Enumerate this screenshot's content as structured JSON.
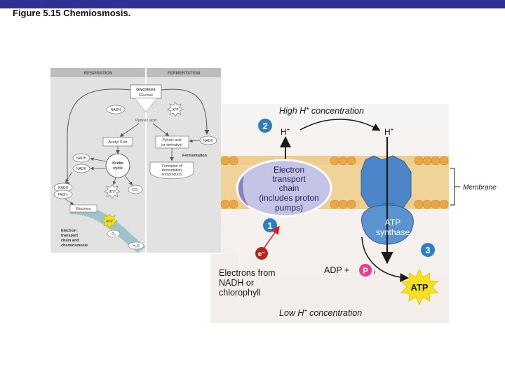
{
  "slide": {
    "title": "Figure 5.15 Chemiosmosis."
  },
  "overview": {
    "respiration_header": "RESPIRATION",
    "fermentation_header": "FERMENTATION",
    "glycolysis": "Glycolysis",
    "glucose": "Glucose",
    "nadh": "NADH",
    "atp": "ATP",
    "pyruvic_acid": "Pyruvic acid",
    "acetyl_coa": "Acetyl CoA",
    "pyruvic_derivative_line1": "Pyruvic acid",
    "pyruvic_derivative_line2": "(or derivative)",
    "krebs_line1": "Krebs",
    "krebs_line2": "cycle",
    "fermentation": "Fermentation",
    "products_line1": "Formation of",
    "products_line2": "fermentation",
    "products_line3": "end products",
    "co2": "CO₂",
    "fadh2": "FADH₂",
    "electrons": "Electrons",
    "etc_line1": "Electron",
    "etc_line2": "transport",
    "etc_line3": "chain and",
    "etc_line4": "chemiosmosis",
    "o2": "O₂",
    "h2o": "H₂O"
  },
  "diagram": {
    "high_h_text": "High H",
    "plus_sup": "+",
    "concentration_word": "concentration",
    "low_h_text": "Low H",
    "h_label": "H",
    "step_1": "1",
    "step_2": "2",
    "step_3": "3",
    "etc_line1": "Electron",
    "etc_line2": "transport",
    "etc_line3": "chain",
    "etc_line4": "(includes proton",
    "etc_line5": "pumps)",
    "atp_synthase_line1": "ATP",
    "atp_synthase_line2": "synthase",
    "electron_symbol": "e⁻",
    "electrons_from_line1": "Electrons from",
    "electrons_from_line2": "NADH or",
    "electrons_from_line3": "chlorophyll",
    "adp_plus": "ADP +",
    "p_symbol": "P",
    "p_sub": "i",
    "atp": "ATP",
    "membrane_label": "Membrane"
  },
  "colors": {
    "title_bar": "#2e3192",
    "membrane_orange": "#e9a848",
    "etc_oval": "#c5c3e6",
    "atp_synthase_blue": "#4d86c8",
    "step_circle": "#2c7fc4",
    "atp_star": "#f7e11a",
    "phosphate_pink": "#ec3b8b"
  }
}
